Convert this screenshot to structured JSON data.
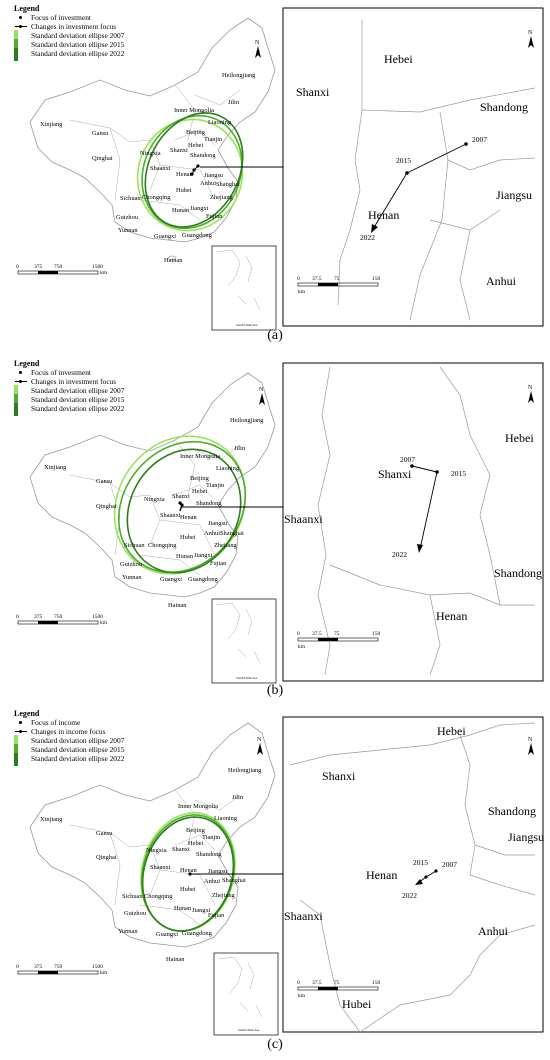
{
  "panels": [
    {
      "caption": "(a)",
      "legend": {
        "title": "Legend",
        "focus": "Focus of investment",
        "changes": "Changes in investment focus",
        "ellipse_2007": "Standard deviation ellipse 2007",
        "ellipse_2015": "Standard deviation ellipse 2015",
        "ellipse_2022": "Standard deviation ellipse 2022"
      },
      "inset": {
        "provinces": [
          "Shanxi",
          "Hebei",
          "Shandong",
          "Jiangsu",
          "Henan",
          "Anhui"
        ],
        "years": [
          "2007",
          "2015",
          "2022"
        ],
        "scale": [
          "0",
          "37.5",
          "75",
          "150",
          "km"
        ]
      }
    },
    {
      "caption": "(b)",
      "legend": {
        "title": "Legend",
        "focus": "Focus of investment",
        "changes": "Changes in investment focus",
        "ellipse_2007": "Standard deviation ellipse 2007",
        "ellipse_2015": "Standard deviation ellipse 2015",
        "ellipse_2022": "Standard deviation ellipse 2022"
      },
      "inset": {
        "provinces": [
          "Hebei",
          "Shanxi",
          "Shaanxi",
          "Shandong",
          "Henan"
        ],
        "years": [
          "2007",
          "2015",
          "2022"
        ],
        "scale": [
          "0",
          "37.5",
          "75",
          "150",
          "km"
        ]
      }
    },
    {
      "caption": "(c)",
      "legend": {
        "title": "Legend",
        "focus": "Focus of income",
        "changes": "Changes in income focus",
        "ellipse_2007": "Standard deviation ellipse 2007",
        "ellipse_2015": "Standard deviation ellipse 2015",
        "ellipse_2022": "Standard deviation ellipse 2022"
      },
      "inset": {
        "provinces": [
          "Hebei",
          "Shanxi",
          "Shandong",
          "Jiangsu",
          "Henan",
          "Shaanxi",
          "Anhui",
          "Hubei"
        ],
        "years": [
          "2007",
          "2015",
          "2022"
        ],
        "scale": [
          "0",
          "37.5",
          "75",
          "150",
          "km"
        ]
      }
    }
  ],
  "china_map": {
    "labels": [
      "Heilongjiang",
      "Jilin",
      "Liaoning",
      "Inner Mongolia",
      "Xinjiang",
      "Gansu",
      "Qinghai",
      "Ningxia",
      "Beijing",
      "Tianjin",
      "Hebei",
      "Shanxi",
      "Shaanxi",
      "Shandong",
      "Henan",
      "Jiangsu",
      "Anhui",
      "Shanghai",
      "Sichuan",
      "Chongqing",
      "Hubei",
      "Zhejiang",
      "Guizhou",
      "Hunan",
      "Jiangxi",
      "Fujian",
      "Yunnan",
      "Guangxi",
      "Guangdong",
      "Hainan"
    ],
    "scale": [
      "0",
      "375",
      "750",
      "1500",
      "km"
    ],
    "north": "N",
    "south_china_sea": "South China Sea"
  },
  "colors": {
    "ellipse_2007": "#9be35a",
    "ellipse_2015": "#4cae2c",
    "ellipse_2022": "#2e7d1e",
    "border": "#999999"
  }
}
